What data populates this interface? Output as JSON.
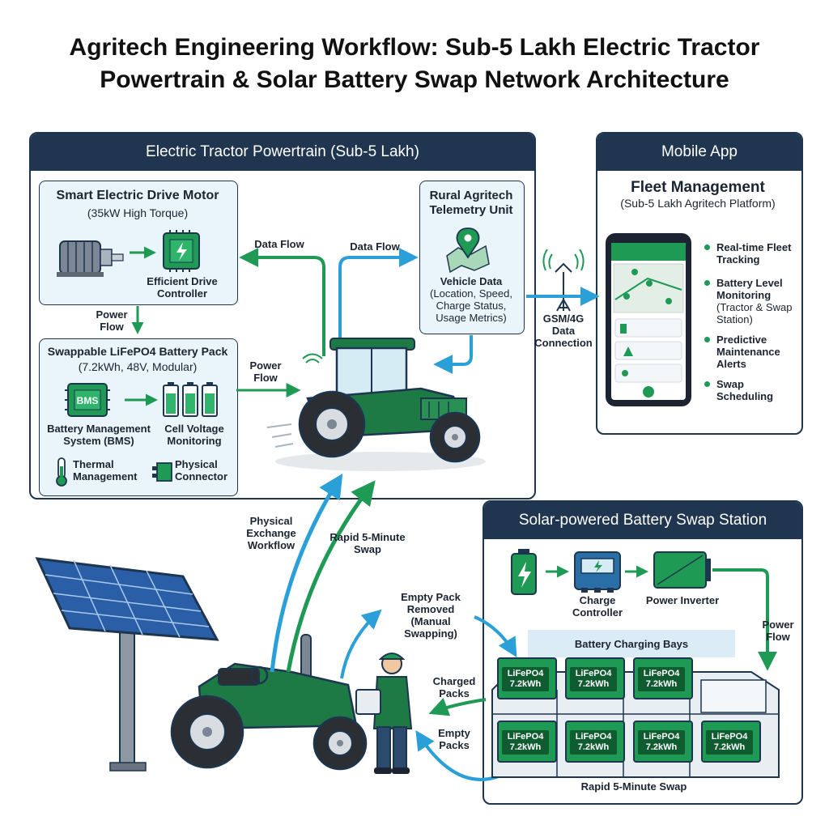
{
  "title": {
    "line1": "Agritech Engineering Workflow: Sub-5 Lakh Electric Tractor",
    "line2": "Powertrain & Solar Battery Swap Network Architecture"
  },
  "powertrain": {
    "header": "Electric Tractor Powertrain (Sub-5 Lakh)",
    "motor": {
      "title": "Smart Electric Drive Motor",
      "subtitle": "(35kW High Torque)",
      "controller_label": "Efficient Drive Controller"
    },
    "power_flow_1": "Power Flow",
    "battery": {
      "title": "Swappable LiFePO4 Battery Pack",
      "subtitle": "(7.2kWh, 48V, Modular)",
      "bms_chip": "BMS",
      "bms_label": "Battery Management System (BMS)",
      "cell_label": "Cell Voltage Monitoring",
      "thermal_label": "Thermal Management",
      "connector_label": "Physical Connector"
    },
    "data_flow_left": "Data Flow",
    "data_flow_right": "Data Flow",
    "power_flow_2": "Power Flow",
    "telemetry": {
      "title": "Rural Agritech Telemetry Unit",
      "vehicle_data": "Vehicle Data",
      "vehicle_details": "(Location, Speed, Charge Status, Usage Metrics)"
    }
  },
  "connection": {
    "label": "GSM/4G Data Connection"
  },
  "mobile": {
    "header": "Mobile App",
    "title": "Fleet Management",
    "subtitle": "(Sub-5 Lakh Agritech Platform)",
    "features": [
      {
        "label": "Real-time Fleet Tracking",
        "sub": ""
      },
      {
        "label": "Battery Level Monitoring",
        "sub": "(Tractor & Swap Station)"
      },
      {
        "label": "Predictive Maintenance Alerts",
        "sub": ""
      },
      {
        "label": "Swap Scheduling",
        "sub": ""
      }
    ]
  },
  "exchange": {
    "physical_workflow": "Physical Exchange Workflow",
    "rapid_swap": "Rapid 5-Minute Swap",
    "empty_removed": "Empty Pack Removed (Manual Swapping)",
    "charged_packs": "Charged Packs",
    "empty_packs": "Empty Packs"
  },
  "station": {
    "header": "Solar-powered Battery Swap Station",
    "charge_controller": "Charge Controller",
    "power_inverter": "Power Inverter",
    "power_flow": "Power Flow",
    "bays_label": "Battery Charging Bays",
    "pack_label_line1": "LiFePO4",
    "pack_label_line2": "7.2kWh",
    "footer": "Rapid 5-Minute Swap"
  },
  "colors": {
    "navy": "#1f3550",
    "green": "#1e9a55",
    "blue": "#2a9fd8",
    "panel_fill": "#eaf4fb",
    "tractor_green": "#1d7a45"
  }
}
